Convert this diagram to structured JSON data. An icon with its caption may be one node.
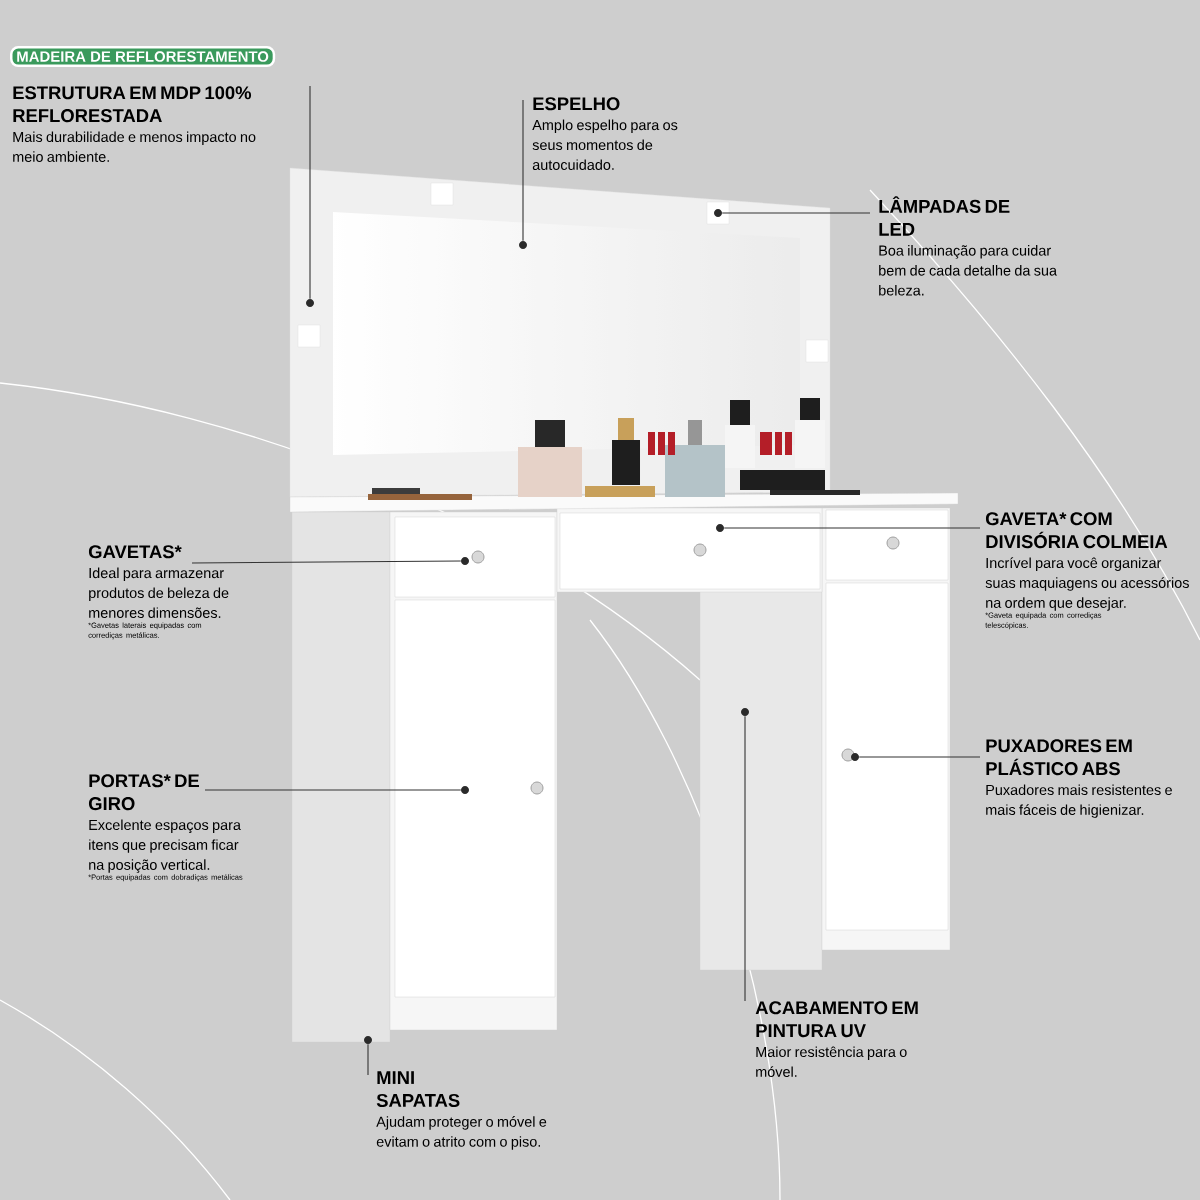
{
  "diagram": {
    "nodes": [
      {
        "text": [
          "MADEIRA DE REFLORESTAMENTO"
        ]
      },
      {
        "text": [
          "ESTRUTURA EM MDP 100% REFLORESTADA",
          "Mais durabilidade e menos impacto no meio ambiente."
        ]
      },
      {
        "text": [
          "ESPELHO",
          "Amplo espelho para os seus momentos de autocuidado."
        ]
      },
      {
        "text": [
          "LÂMPADAS DE LED",
          "Boa iluminação para cuidar bem de cada detalhe da sua beleza."
        ]
      },
      {
        "text": [
          "GAVETAS*",
          "Ideal para armazenar produtos de beleza de menores dimensões.",
          "*Gavetas laterais equipadas com corrediças metálicas."
        ]
      },
      {
        "text": [
          "GAVETA* COM DIVISÓRIA COLMEIA",
          "Incrível para você organizar suas maquiagens ou acessórios na ordem que desejar.",
          "*Gaveta equipada com corrediças telescópicas."
        ]
      },
      {
        "text": [
          "PORTAS* DE GIRO",
          "Excelente espaços para itens que precisam ficar na posição vertical.",
          "*Portas equipadas com dobradiças metálicas"
        ]
      },
      {
        "text": [
          "PUXADORES EM PLÁSTICO ABS",
          "Puxadores mais resistentes e mais fáceis de higienizar."
        ]
      },
      {
        "text": [
          "ACABAMENTO EM PINTURA UV",
          "Maior resistência para o móvel."
        ]
      },
      {
        "text": [
          "MINI SAPATAS",
          "Ajudam proteger o móvel e evitam o atrito com o piso."
        ]
      },
      {
        "text": [],
        "shape": "circle"
      },
      {
        "text": [],
        "shape": "circle"
      },
      {
        "text": [],
        "shape": "circle"
      },
      {
        "text": [],
        "shape": "circle"
      },
      {
        "text": [],
        "shape": "circle"
      },
      {
        "text": [],
        "shape": "circle"
      },
      {
        "text": [],
        "shape": "circle"
      },
      {
        "text": [],
        "shape": "circle"
      },
      {
        "text": [],
        "shape": "circle"
      }
    ],
    "edges": [
      {
        "from": 1,
        "to": 10,
        "arrow": "none"
      },
      {
        "from": 2,
        "to": 11,
        "arrow": "none"
      },
      {
        "from": 3,
        "to": 12,
        "arrow": "none"
      },
      {
        "from": 4,
        "to": 13,
        "arrow": "none"
      },
      {
        "from": 5,
        "to": 14,
        "arrow": "none"
      },
      {
        "from": 6,
        "to": 15,
        "arrow": "none"
      },
      {
        "from": 7,
        "to": 16,
        "arrow": "none"
      },
      {
        "from": 8,
        "to": 17,
        "arrow": "none"
      },
      {
        "from": 9,
        "to": 18,
        "arrow": "none"
      }
    ]
  }
}
